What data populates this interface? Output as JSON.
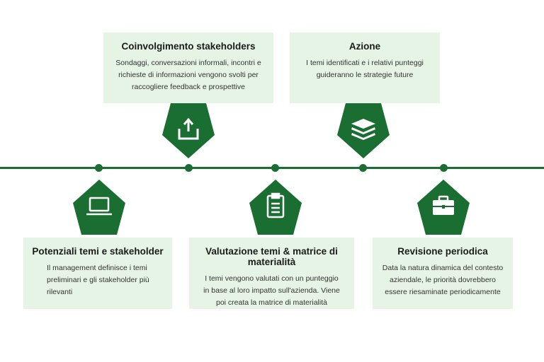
{
  "colors": {
    "accent": "#1b6e31",
    "card_bg": "#e6f4e6"
  },
  "steps": [
    {
      "title": "Potenziali temi e stakeholder",
      "text": "Il management definisce i temi\npreliminari e gli stakeholder più\nrilevanti",
      "icon": "laptop-icon"
    },
    {
      "title": "Coinvolgimento stakeholders",
      "text": "Sondaggi, conversazioni informali, incontri e\nrichieste di informazioni vengono svolti per\nraccogliere feedback e prospettive",
      "icon": "upload-tray-icon"
    },
    {
      "title": "Valutazione temi & matrice di materialità",
      "text": "I temi vengono valutati con un punteggio\nin base al loro impatto sull'azienda. Viene\npoi creata la matrice di materialità",
      "icon": "clipboard-icon"
    },
    {
      "title": "Azione",
      "text": "I temi identificati e i relativi punteggi\nguideranno le strategie future",
      "icon": "layers-icon"
    },
    {
      "title": "Revisione periodica",
      "text": "Data la natura dinamica del contesto\naziendale, le priorità dovrebbero\nessere riesaminate periodicamente",
      "icon": "briefcase-icon"
    }
  ]
}
